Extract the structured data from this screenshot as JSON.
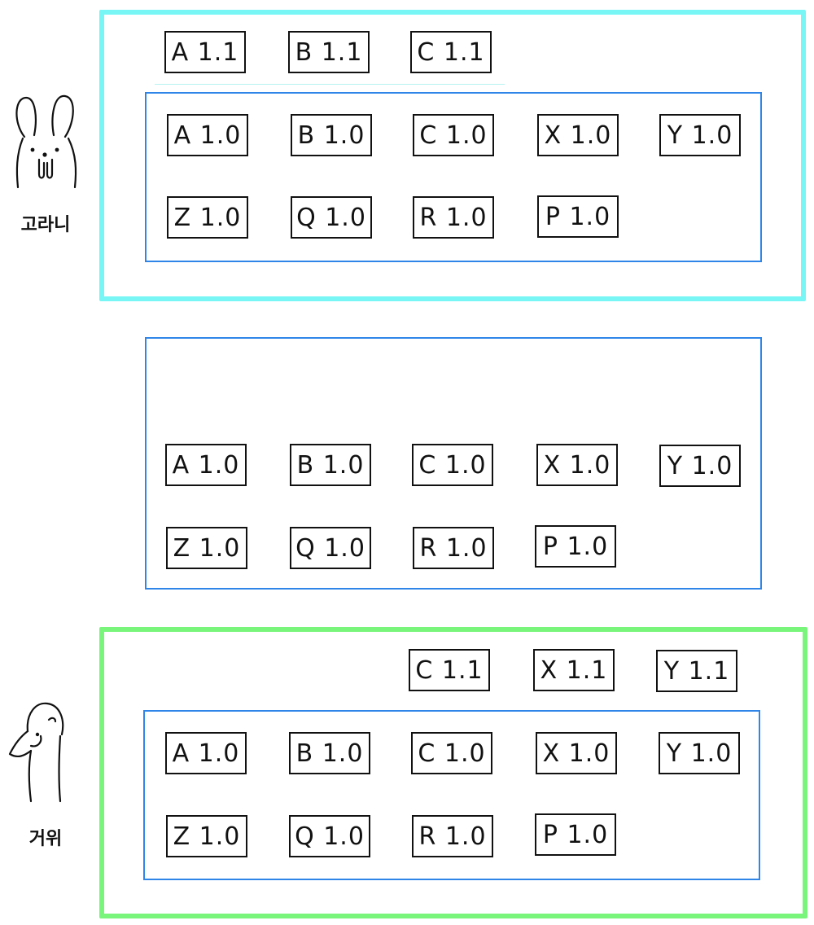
{
  "personas": {
    "top": {
      "label": "고라니",
      "icon": "water-deer-icon"
    },
    "bottom": {
      "label": "거위",
      "icon": "goose-icon"
    }
  },
  "colors": {
    "top_frame": "#78f6f6",
    "bottom_frame": "#7af57c",
    "base_frame": "#2f86e8",
    "module_border": "#111111"
  },
  "base_modules": {
    "row1": [
      "A 1.0",
      "B 1.0",
      "C 1.0",
      "X 1.0",
      "Y 1.0"
    ],
    "row2": [
      "Z 1.0",
      "Q 1.0",
      "R 1.0",
      "P 1.0"
    ]
  },
  "top_overrides": [
    "A 1.1",
    "B 1.1",
    "C 1.1"
  ],
  "bottom_overrides": [
    "C 1.1",
    "X 1.1",
    "Y 1.1"
  ]
}
